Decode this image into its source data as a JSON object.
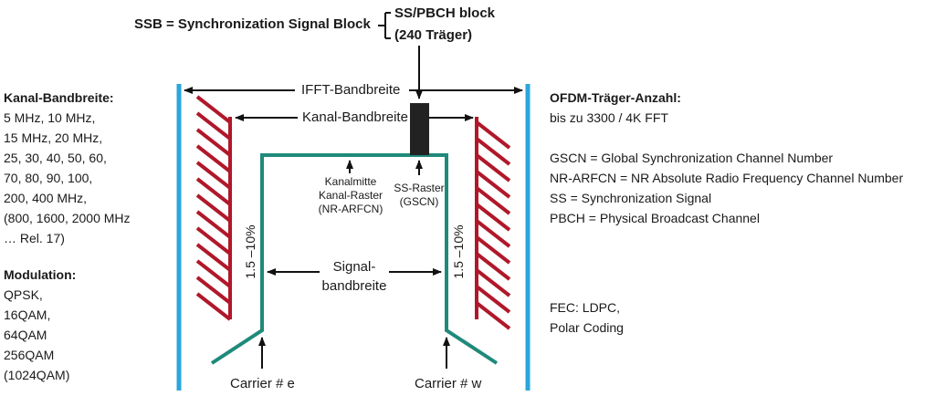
{
  "header": {
    "ssb_label": "SSB = Synchronization Signal Block",
    "ssb_block_line1": "SS/PBCH block",
    "ssb_block_line2": "(240 Träger)"
  },
  "left": {
    "bandwidth_title": "Kanal-Bandbreite:",
    "bandwidth_lines": [
      "5 MHz, 10 MHz,",
      "15 MHz, 20 MHz,",
      "25, 30, 40, 50, 60,",
      "70, 80, 90, 100,",
      "200, 400 MHz,",
      "(800, 1600, 2000 MHz",
      "… Rel. 17)"
    ],
    "modulation_title": "Modulation:",
    "modulation_lines": [
      "QPSK,",
      "16QAM,",
      "64QAM",
      "256QAM",
      "(1024QAM)"
    ]
  },
  "right": {
    "ofdm_title": "OFDM-Träger-Anzahl:",
    "ofdm_value": "bis zu 3300 / 4K FFT",
    "definitions": [
      "GSCN = Global Synchronization Channel Number",
      "NR-ARFCN = NR Absolute Radio Frequency Channel Number",
      "SS = Synchronization Signal",
      "PBCH = Physical Broadcast Channel"
    ],
    "fec_line1": "FEC: LDPC,",
    "fec_line2": "Polar Coding"
  },
  "diagram": {
    "ifft_label": "IFFT-Bandbreite",
    "channel_label": "Kanal-Bandbreite",
    "center_line1": "Kanalmitte",
    "center_line2": "Kanal-Raster",
    "center_line3": "(NR-ARFCN)",
    "ss_line1": "SS-Raster",
    "ss_line2": "(GSCN)",
    "signal_line1": "Signal-",
    "signal_line2": "bandbreite",
    "guard_left": "1.5 –10%",
    "guard_right": "1.5 –10%",
    "carrier_e": "Carrier # e",
    "carrier_w": "Carrier # w"
  },
  "colors": {
    "ifft_lines": "#2aa6dc",
    "hatch": "#b0182a",
    "signal": "#1f8a7a",
    "ssb_block": "#222222"
  }
}
